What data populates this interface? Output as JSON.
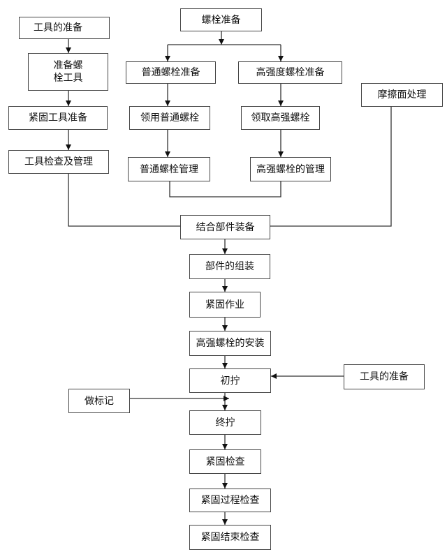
{
  "nodes": {
    "tool_prep": "工具的准备",
    "bolt_tool_prep": "准备螺\n栓工具",
    "tighten_tool_prep": "紧固工具准备",
    "tool_check": "工具检查及管理",
    "bolt_prep": "螺栓准备",
    "normal_bolt_prep": "普通螺栓准备",
    "hs_bolt_prep": "高强度螺栓准备",
    "collect_normal": "领用普通螺栓",
    "collect_hs": "领取高强螺栓",
    "normal_mgmt": "普通螺栓管理",
    "hs_mgmt": "高强螺栓的管理",
    "friction": "摩擦面处理",
    "assembly": "结合部件装备",
    "part_assembly": "部件的组装",
    "tighten_work": "紧固作业",
    "hs_install": "高强螺栓的安装",
    "initial_twist": "初拧",
    "tool_prep_2": "工具的准备",
    "mark": "做标记",
    "final_twist": "终拧",
    "tighten_check": "紧固检查",
    "process_check": "紧固过程检查",
    "end_check": "紧固结束检查"
  }
}
